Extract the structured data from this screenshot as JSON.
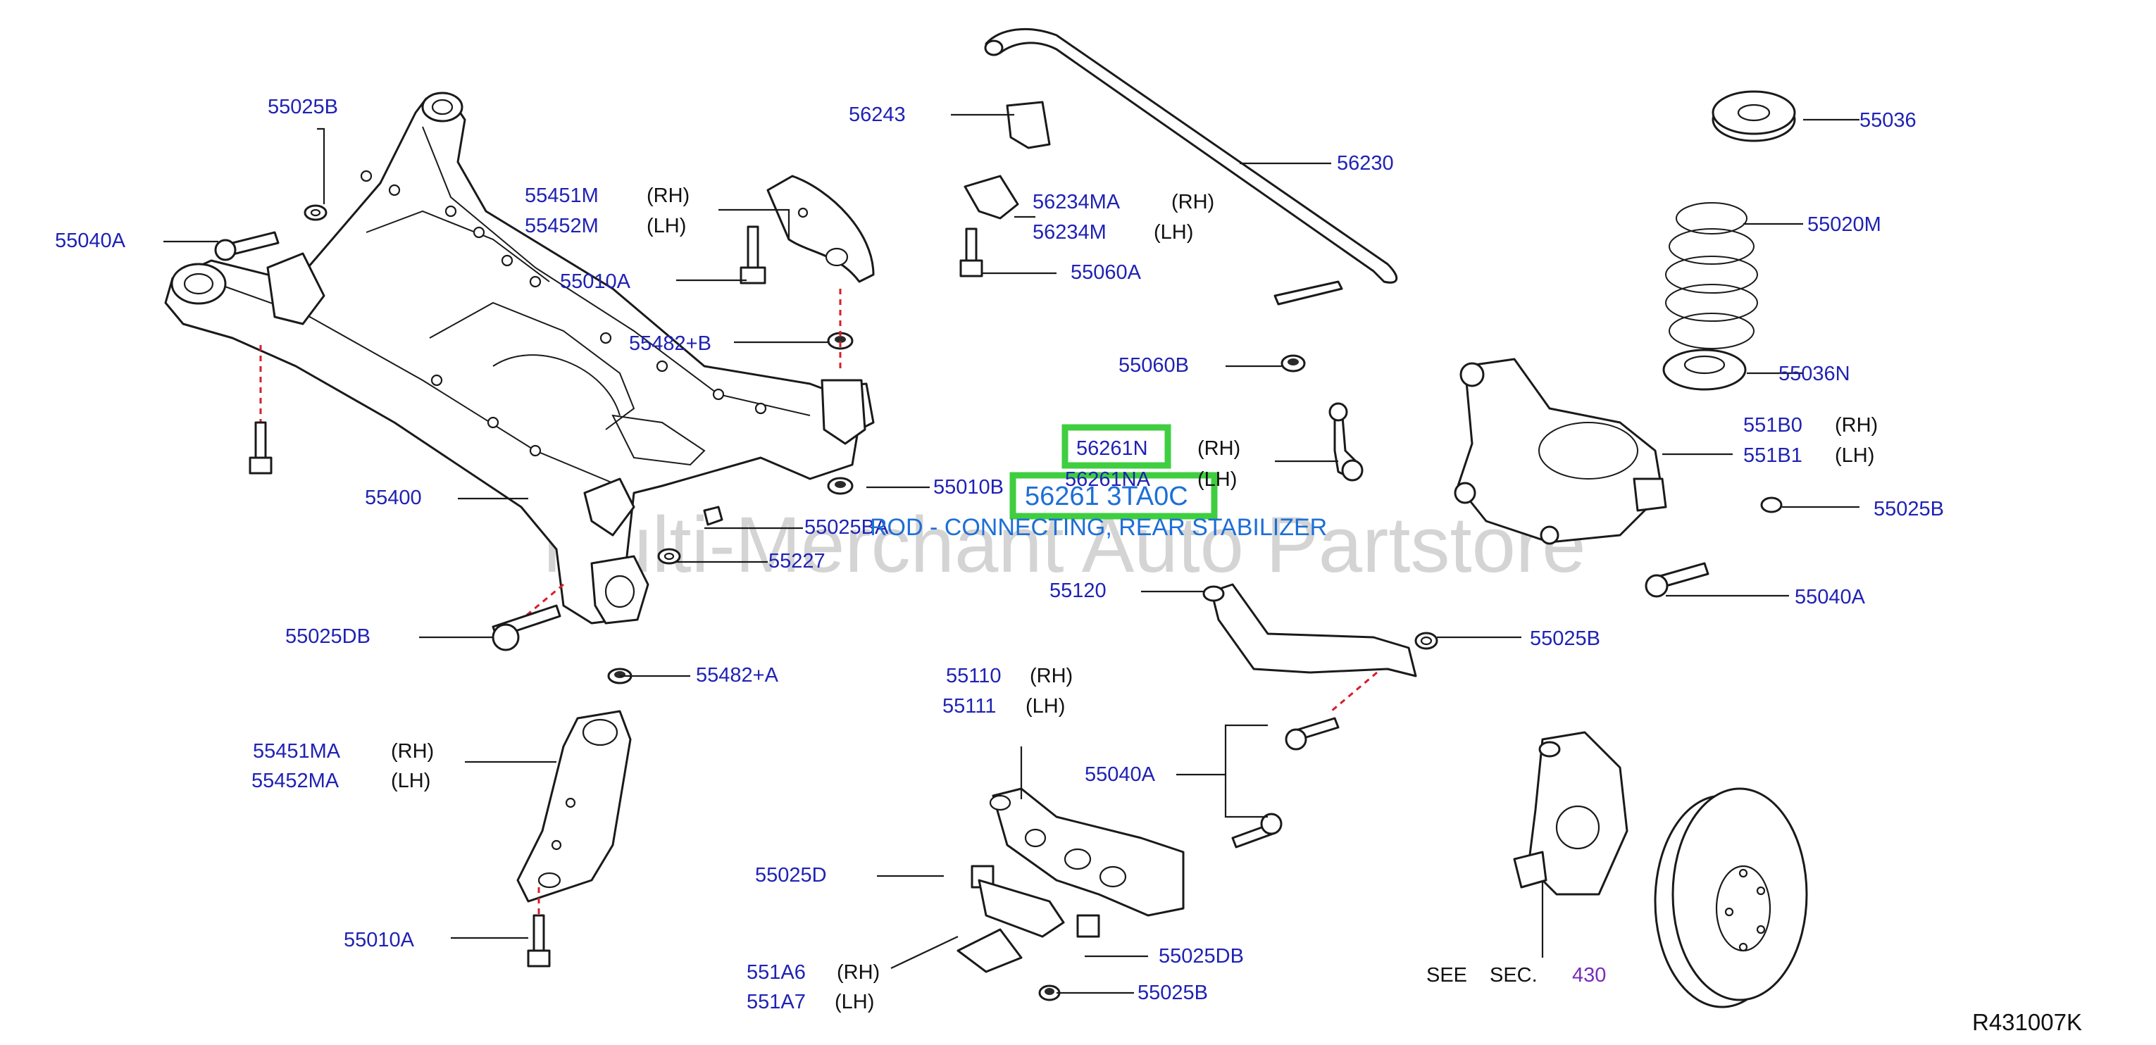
{
  "diagram": {
    "ref_code": "R431007K",
    "watermark": "Multi-Merchant Auto Partstore",
    "see_section": {
      "see": "SEE",
      "sec": "SEC.",
      "num": "430"
    },
    "highlight": {
      "part_number": "56261 3TA0C",
      "description": "ROD - CONNECTING, REAR STABILIZER"
    },
    "labels": {
      "p55025B_a": "55025B",
      "p55040A_a": "55040A",
      "p55451M": "55451M",
      "p55452M": "55452M",
      "rh": "(RH)",
      "lh": "(LH)",
      "p55010A_a": "55010A",
      "p55482B": "55482+B",
      "p55400": "55400",
      "p55010B": "55010B",
      "p55025BA": "55025BA",
      "p55227": "55227",
      "p55025DB_a": "55025DB",
      "p55482A": "55482+A",
      "p55451MA": "55451MA",
      "p55452MA": "55452MA",
      "p55010A_b": "55010A",
      "p56243": "56243",
      "p56230": "56230",
      "p56234MA": "56234MA",
      "p56234M": "56234M",
      "p55060A": "55060A",
      "p55060B": "55060B",
      "p56261N": "56261N",
      "p56261NA": "56261NA",
      "p55120": "55120",
      "p55110": "55110",
      "p55111": "55111",
      "p55040A_b": "55040A",
      "p55025D": "55025D",
      "p551A6": "551A6",
      "p551A7": "551A7",
      "p55025DB_b": "55025DB",
      "p55025B_b": "55025B",
      "p55036": "55036",
      "p55020M": "55020M",
      "p55036N": "55036N",
      "p551B0": "551B0",
      "p551B1": "551B1",
      "p55025B_c": "55025B",
      "p55040A_c": "55040A",
      "p55025B_d": "55025B"
    }
  }
}
